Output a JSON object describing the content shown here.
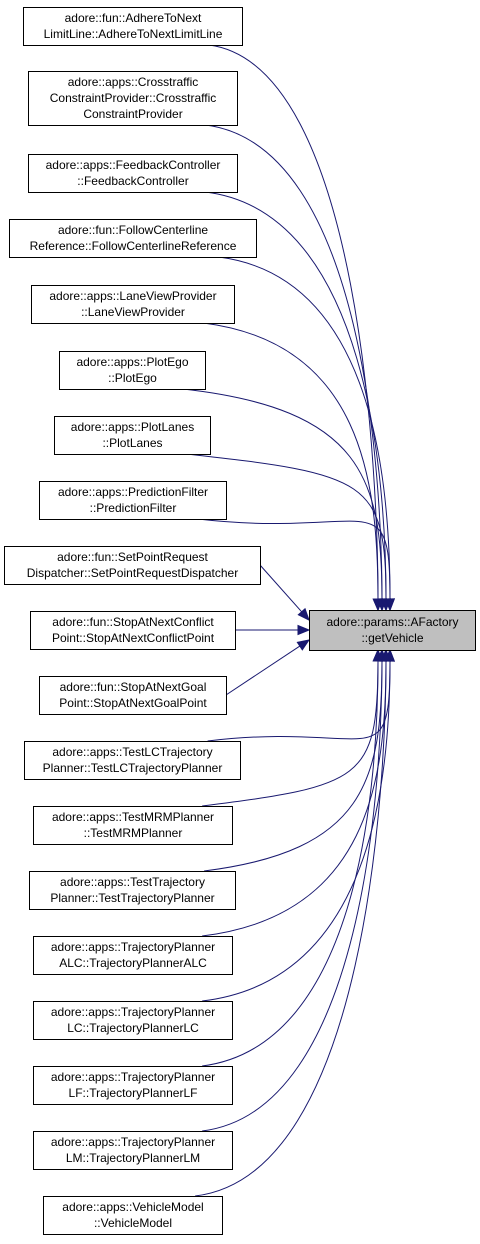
{
  "target": {
    "lines": [
      "adore::params::AFactory",
      "::getVehicle"
    ]
  },
  "callers": [
    {
      "lines": [
        "adore::fun::AdhereToNext",
        "LimitLine::AdhereToNextLimitLine"
      ]
    },
    {
      "lines": [
        "adore::apps::Crosstraffic",
        "ConstraintProvider::Crosstraffic",
        "ConstraintProvider"
      ]
    },
    {
      "lines": [
        "adore::apps::FeedbackController",
        "::FeedbackController"
      ]
    },
    {
      "lines": [
        "adore::fun::FollowCenterline",
        "Reference::FollowCenterlineReference"
      ]
    },
    {
      "lines": [
        "adore::apps::LaneViewProvider",
        "::LaneViewProvider"
      ]
    },
    {
      "lines": [
        "adore::apps::PlotEgo",
        "::PlotEgo"
      ]
    },
    {
      "lines": [
        "adore::apps::PlotLanes",
        "::PlotLanes"
      ]
    },
    {
      "lines": [
        "adore::apps::PredictionFilter",
        "::PredictionFilter"
      ]
    },
    {
      "lines": [
        "adore::fun::SetPointRequest",
        "Dispatcher::SetPointRequestDispatcher"
      ]
    },
    {
      "lines": [
        "adore::fun::StopAtNextConflict",
        "Point::StopAtNextConflictPoint"
      ]
    },
    {
      "lines": [
        "adore::fun::StopAtNextGoal",
        "Point::StopAtNextGoalPoint"
      ]
    },
    {
      "lines": [
        "adore::apps::TestLCTrajectory",
        "Planner::TestLCTrajectoryPlanner"
      ]
    },
    {
      "lines": [
        "adore::apps::TestMRMPlanner",
        "::TestMRMPlanner"
      ]
    },
    {
      "lines": [
        "adore::apps::TestTrajectory",
        "Planner::TestTrajectoryPlanner"
      ]
    },
    {
      "lines": [
        "adore::apps::TrajectoryPlanner",
        "ALC::TrajectoryPlannerALC"
      ]
    },
    {
      "lines": [
        "adore::apps::TrajectoryPlanner",
        "LC::TrajectoryPlannerLC"
      ]
    },
    {
      "lines": [
        "adore::apps::TrajectoryPlanner",
        "LF::TrajectoryPlannerLF"
      ]
    },
    {
      "lines": [
        "adore::apps::TrajectoryPlanner",
        "LM::TrajectoryPlannerLM"
      ]
    },
    {
      "lines": [
        "adore::apps::VehicleModel",
        "::VehicleModel"
      ]
    }
  ],
  "colors": {
    "edge": "#191970",
    "target_fill": "#bfbfbf",
    "node_fill": "#ffffff",
    "border": "#000000"
  }
}
